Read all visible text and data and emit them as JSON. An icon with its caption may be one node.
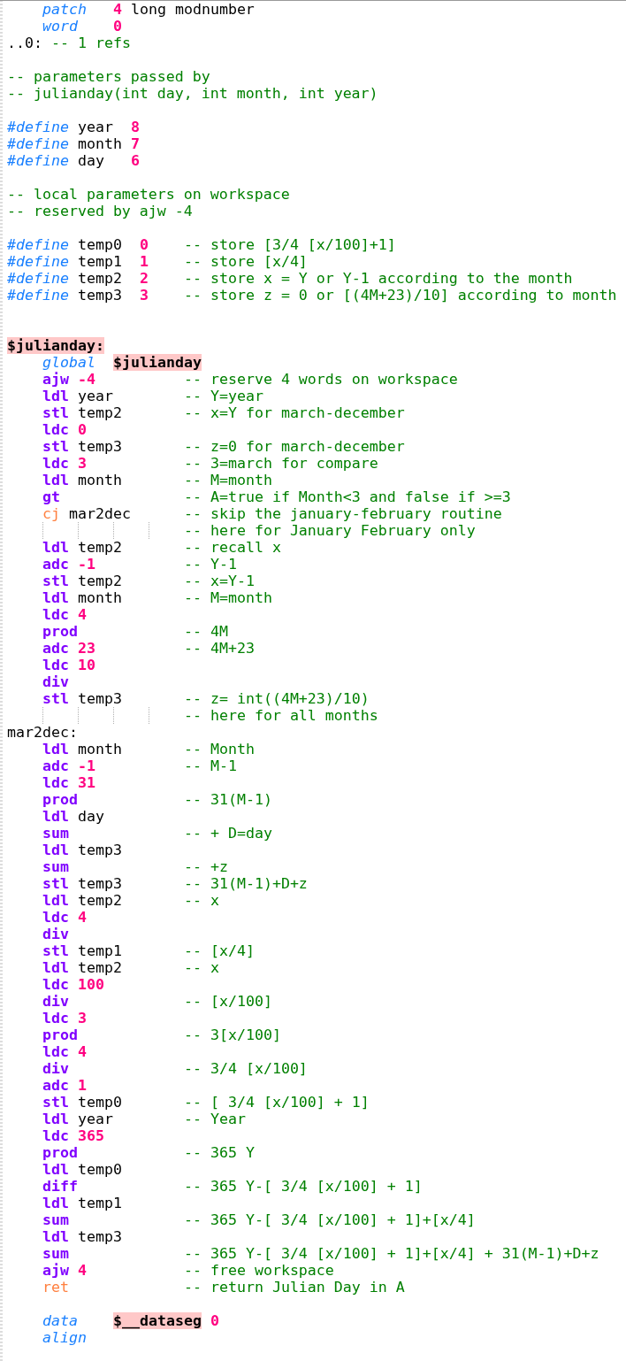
{
  "diagram": {
    "labels": [
      "patch",
      "4",
      "long modnumber",
      "word",
      "0",
      "..0:",
      "-- 1 refs",
      "-- parameters passed by",
      "-- julianday(int day, int month, int year)",
      "#define",
      "year",
      "8",
      "#define",
      "month",
      "7",
      "#define",
      "day",
      "6",
      "-- local parameters on workspace",
      "-- reserved by ajw -4",
      "#define",
      "temp0",
      "0",
      "-- store [3/4 [x/100]+1]",
      "#define",
      "temp1",
      "1",
      "-- store [x/4]",
      "#define",
      "temp2",
      "2",
      "-- store x = Y or Y-1 according to the month",
      "#define",
      "temp3",
      "3",
      "-- store z = 0 or [(4M+23)/10] according to month",
      "$julianday:",
      "global",
      "$julianday",
      "ajw",
      "-4",
      "-- reserve 4 words on workspace",
      "ldl",
      "year",
      "-- Y=year",
      "stl",
      "temp2",
      "-- x=Y for march-december",
      "ldc",
      "0",
      "stl",
      "temp3",
      "-- z=0 for march-december",
      "ldc",
      "3",
      "-- 3=march for compare",
      "ldl",
      "month",
      "-- M=month",
      "gt",
      "-- A=true if Month<3 and false if >=3",
      "cj",
      "mar2dec",
      "-- skip the january-february routine",
      "-- here for January February only",
      "ldl",
      "temp2",
      "-- recall x",
      "adc",
      "-1",
      "-- Y-1",
      "stl",
      "temp2",
      "-- x=Y-1",
      "ldl",
      "month",
      "-- M=month",
      "ldc",
      "4",
      "prod",
      "-- 4M",
      "adc",
      "23",
      "-- 4M+23",
      "ldc",
      "10",
      "div",
      "stl",
      "temp3",
      "-- z= int((4M+23)/10)",
      "-- here for all months",
      "mar2dec:",
      "ldl",
      "month",
      "-- Month",
      "adc",
      "-1",
      "-- M-1",
      "ldc",
      "31",
      "prod",
      "-- 31(M-1)",
      "ldl",
      "day",
      "sum",
      "-- + D=day",
      "ldl",
      "temp3",
      "sum",
      "-- +z",
      "stl",
      "temp3",
      "-- 31(M-1)+D+z",
      "ldl",
      "temp2",
      "-- x",
      "ldc",
      "4",
      "div",
      "stl",
      "temp1",
      "-- [x/4]",
      "ldl",
      "temp2",
      "-- x",
      "ldc",
      "100",
      "div",
      "-- [x/100]",
      "ldc",
      "3",
      "prod",
      "-- 3[x/100]",
      "ldc",
      "4",
      "div",
      "-- 3/4 [x/100]",
      "adc",
      "1",
      "stl",
      "temp0",
      "-- [ 3/4 [x/100] + 1]",
      "ldl",
      "year",
      "-- Year",
      "ldc",
      "365",
      "prod",
      "-- 365 Y",
      "ldl",
      "temp0",
      "diff",
      "-- 365 Y-[ 3/4 [x/100] + 1]",
      "ldl",
      "temp1",
      "sum",
      "-- 365 Y-[ 3/4 [x/100] + 1]+[x/4]",
      "ldl",
      "temp3",
      "sum",
      "-- 365 Y-[ 3/4 [x/100] + 1]+[x/4] + 31(M-1)+D+z",
      "ajw",
      "4",
      "-- free workspace",
      "ret",
      "-- return Julian Day in A",
      "data",
      "$__dataseg",
      "0",
      "align"
    ]
  }
}
